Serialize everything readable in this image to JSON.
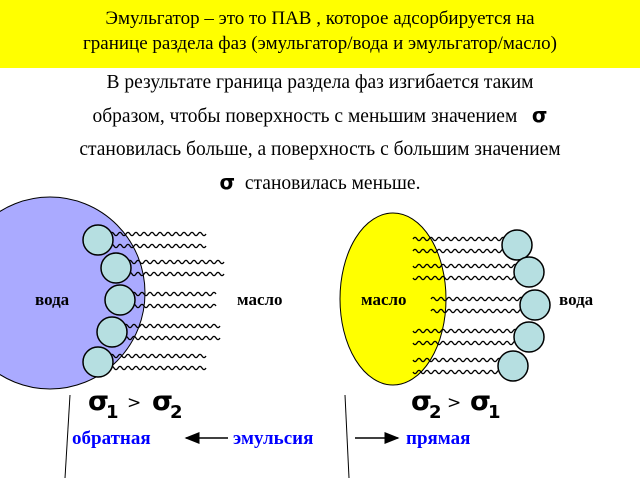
{
  "title": {
    "line1": "Эмульгатор  – это то ПАВ , которое адсорбируется на",
    "line2": "границе раздела фаз (эмульгатор/вода и эмульгатор/масло)"
  },
  "paragraph": {
    "line1": "В результате граница раздела фаз изгибается таким",
    "line2_before": "образом, чтобы поверхность с меньшим значением",
    "line3": "становилась больше, а поверхность с большим значением",
    "line4_after": "становилась меньше.",
    "sigma": "σ"
  },
  "left_drop": {
    "inner_label": "вода",
    "outer_label": "масло",
    "relation": {
      "sigma": "σ",
      "first_index": "1",
      "operator": ">",
      "second_index": "2"
    }
  },
  "right_drop": {
    "inner_label": "масло",
    "outer_label": "вода",
    "relation": {
      "sigma": "σ",
      "first_index": "2",
      "operator": ">",
      "second_index": "1"
    }
  },
  "emulsion": {
    "left_type": "обратная",
    "center": "эмульсия",
    "right_type": "прямая"
  },
  "colors": {
    "title_bg": "#ffff00",
    "water_drop": "#aaaaff",
    "oil_drop": "#ffff00",
    "surfactant_head": "#b6dfe1",
    "emulsion_text": "#0000ff"
  }
}
